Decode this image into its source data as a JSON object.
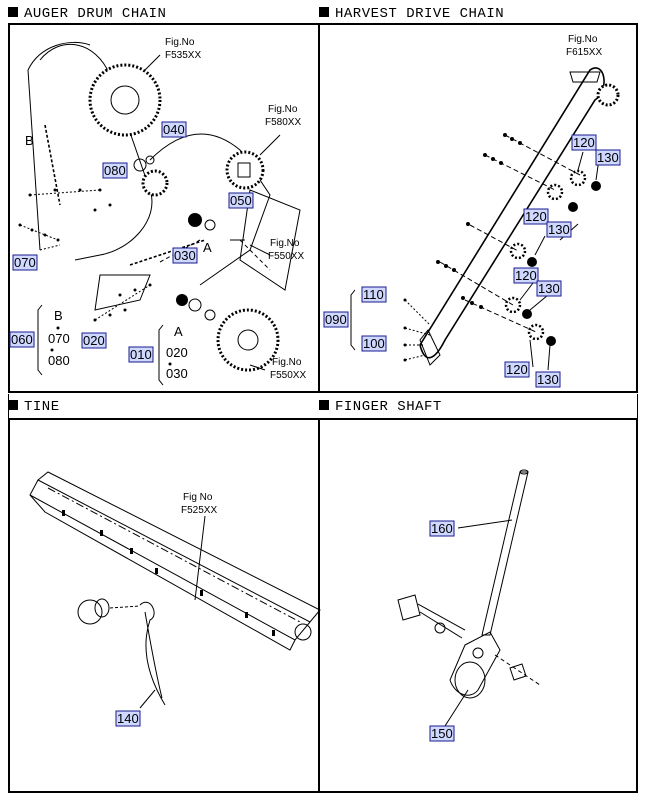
{
  "sections": {
    "auger": {
      "title": "AUGER DRUM CHAIN",
      "fig1_a": "Fig.No",
      "fig1_b": "F535XX",
      "fig2_a": "Fig.No",
      "fig2_b": "F580XX",
      "fig3_a": "Fig.No",
      "fig3_b": "F550XX",
      "fig4_a": "Fig.No",
      "fig4_b": "F550XX",
      "p040": "040",
      "p080": "080",
      "p050": "050",
      "p030": "030",
      "p070": "070",
      "p020": "020",
      "p060": "060",
      "p010": "010",
      "b_label": "B",
      "a_label": "A",
      "grp_b_letter": "B",
      "grp_b_1": "070",
      "grp_b_2": "080",
      "grp_a_letter": "A",
      "grp_a_1": "020",
      "grp_a_2": "030"
    },
    "harvest": {
      "title": "HARVEST DRIVE CHAIN",
      "fig_a": "Fig.No",
      "fig_b": "F615XX",
      "p120a": "120",
      "p130a": "130",
      "p120b": "120",
      "p130b": "130",
      "p120c": "120",
      "p130c": "130",
      "p120d": "120",
      "p130d": "130",
      "p110": "110",
      "p090": "090",
      "p100": "100"
    },
    "tine": {
      "title": "TINE",
      "fig_a": "Fig No",
      "fig_b": "F525XX",
      "p140": "140"
    },
    "finger": {
      "title": "FINGER SHAFT",
      "p160": "160",
      "p150": "150"
    }
  }
}
